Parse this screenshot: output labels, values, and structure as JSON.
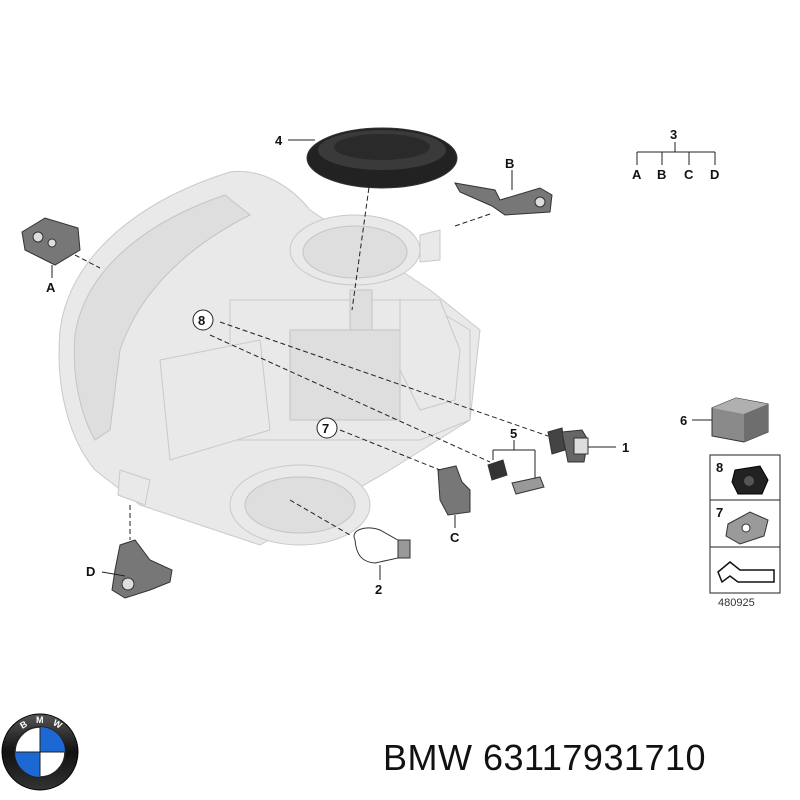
{
  "callouts": {
    "c1": "1",
    "c2": "2",
    "c3": "3",
    "c4": "4",
    "c5": "5",
    "c6": "6",
    "c7": "7",
    "c8": "8",
    "cA": "A",
    "cB": "B",
    "cC": "C",
    "cD": "D"
  },
  "tree": {
    "root": "3",
    "leaves": [
      "A",
      "B",
      "C",
      "D"
    ]
  },
  "legend": {
    "item8": "8",
    "item7": "7"
  },
  "diagram_number": "480925",
  "brand": {
    "name": "BMW",
    "part_number": "63117931710",
    "logo_letters": "BMW"
  },
  "colors": {
    "logo_blue": "#1c69d4",
    "logo_ring": "#1a1a1a"
  }
}
